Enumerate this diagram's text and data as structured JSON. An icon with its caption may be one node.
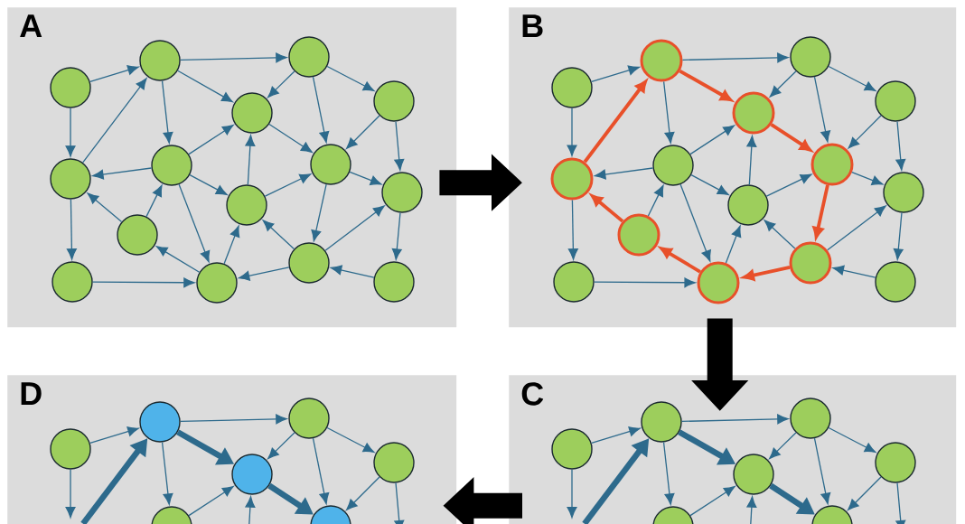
{
  "diagram": {
    "nodes": [
      {
        "text": [
          "A"
        ]
      },
      {
        "text": [],
        "shape": "circle",
        "in": 0
      },
      {
        "text": [],
        "shape": "circle",
        "in": 0
      },
      {
        "text": [],
        "shape": "circle",
        "in": 0
      },
      {
        "text": [],
        "shape": "circle",
        "in": 0
      },
      {
        "text": [],
        "shape": "circle",
        "in": 0
      },
      {
        "text": [],
        "shape": "circle",
        "in": 0
      },
      {
        "text": [],
        "shape": "circle",
        "in": 0
      },
      {
        "text": [],
        "shape": "circle",
        "in": 0
      },
      {
        "text": [],
        "shape": "circle",
        "in": 0
      },
      {
        "text": [],
        "shape": "circle",
        "in": 0
      },
      {
        "text": [],
        "shape": "circle",
        "in": 0
      },
      {
        "text": [],
        "shape": "circle",
        "in": 0
      },
      {
        "text": [],
        "shape": "circle",
        "in": 0
      },
      {
        "text": [],
        "shape": "circle",
        "in": 0
      },
      {
        "text": [],
        "shape": "circle",
        "in": 0
      },
      {
        "text": [
          "B"
        ]
      },
      {
        "text": [],
        "shape": "circle",
        "in": 16
      },
      {
        "text": [],
        "shape": "circle",
        "in": 16
      },
      {
        "text": [],
        "shape": "circle",
        "in": 16
      },
      {
        "text": [],
        "shape": "circle",
        "in": 16
      },
      {
        "text": [],
        "shape": "circle",
        "in": 16
      },
      {
        "text": [],
        "shape": "circle",
        "in": 16
      },
      {
        "text": [],
        "shape": "circle",
        "in": 16
      },
      {
        "text": [],
        "shape": "circle",
        "in": 16
      },
      {
        "text": [],
        "shape": "circle",
        "in": 16
      },
      {
        "text": [],
        "shape": "circle",
        "in": 16
      },
      {
        "text": [],
        "shape": "circle",
        "in": 16
      },
      {
        "text": [],
        "shape": "circle",
        "in": 16
      },
      {
        "text": [],
        "shape": "circle",
        "in": 16
      },
      {
        "text": [],
        "shape": "circle",
        "in": 16
      },
      {
        "text": [],
        "shape": "circle",
        "in": 16
      },
      {
        "text": [
          "D"
        ]
      },
      {
        "text": [],
        "shape": "circle",
        "in": 32
      },
      {
        "text": [],
        "shape": "circle",
        "in": 32
      },
      {
        "text": [],
        "shape": "circle",
        "in": 32
      },
      {
        "text": [],
        "shape": "circle",
        "in": 32
      },
      {
        "text": [],
        "shape": "circle",
        "in": 32
      },
      {
        "text": [],
        "shape": "circle"
      },
      {
        "text": [],
        "shape": "circle"
      },
      {
        "text": [
          "C"
        ]
      },
      {
        "text": [],
        "shape": "circle",
        "in": 40
      },
      {
        "text": [],
        "shape": "circle",
        "in": 40
      },
      {
        "text": [],
        "shape": "circle",
        "in": 40
      },
      {
        "text": [],
        "shape": "circle",
        "in": 40
      },
      {
        "text": [],
        "shape": "circle",
        "in": 40
      },
      {
        "text": [],
        "shape": "circle"
      },
      {
        "text": [],
        "shape": "circle"
      }
    ],
    "edges": [
      {
        "from": 1,
        "to": 2,
        "arrow": "to"
      },
      {
        "from": 1,
        "to": 6,
        "arrow": "to"
      },
      {
        "from": 6,
        "to": 2,
        "arrow": "to"
      },
      {
        "from": 2,
        "to": 3,
        "arrow": "to"
      },
      {
        "from": 2,
        "to": 5,
        "arrow": "to"
      },
      {
        "from": 2,
        "to": 7,
        "arrow": "to"
      },
      {
        "from": 3,
        "to": 5,
        "arrow": "to"
      },
      {
        "from": 3,
        "to": 8,
        "arrow": "to"
      },
      {
        "from": 3,
        "to": 4,
        "arrow": "to"
      },
      {
        "from": 4,
        "to": 8,
        "arrow": "to"
      },
      {
        "from": 4,
        "to": 9,
        "arrow": "to"
      },
      {
        "from": 5,
        "to": 8,
        "arrow": "to"
      },
      {
        "from": 7,
        "to": 5,
        "arrow": "to"
      },
      {
        "from": 7,
        "to": 6,
        "arrow": "to"
      },
      {
        "from": 7,
        "to": 11,
        "arrow": "to"
      },
      {
        "from": 7,
        "to": 13,
        "arrow": "to"
      },
      {
        "from": 10,
        "to": 7,
        "arrow": "to"
      },
      {
        "from": 10,
        "to": 6,
        "arrow": "to"
      },
      {
        "from": 6,
        "to": 12,
        "arrow": "to"
      },
      {
        "from": 12,
        "to": 13,
        "arrow": "to"
      },
      {
        "from": 13,
        "to": 10,
        "arrow": "to"
      },
      {
        "from": 13,
        "to": 11,
        "arrow": "to"
      },
      {
        "from": 11,
        "to": 5,
        "arrow": "to"
      },
      {
        "from": 11,
        "to": 8,
        "arrow": "to"
      },
      {
        "from": 8,
        "to": 9,
        "arrow": "to"
      },
      {
        "from": 8,
        "to": 14,
        "arrow": "to"
      },
      {
        "from": 14,
        "to": 11,
        "arrow": "to"
      },
      {
        "from": 14,
        "to": 9,
        "arrow": "to"
      },
      {
        "from": 14,
        "to": 13,
        "arrow": "to"
      },
      {
        "from": 15,
        "to": 14,
        "arrow": "to"
      },
      {
        "from": 9,
        "to": 15,
        "arrow": "to"
      },
      {
        "from": 17,
        "to": 18,
        "arrow": "to"
      },
      {
        "from": 17,
        "to": 22,
        "arrow": "to"
      },
      {
        "from": 22,
        "to": 18,
        "arrow": "to",
        "style": "thick",
        "color": "#e8502a"
      },
      {
        "from": 18,
        "to": 19,
        "arrow": "to"
      },
      {
        "from": 18,
        "to": 21,
        "arrow": "to",
        "style": "thick",
        "color": "#e8502a"
      },
      {
        "from": 18,
        "to": 23,
        "arrow": "to"
      },
      {
        "from": 19,
        "to": 21,
        "arrow": "to"
      },
      {
        "from": 19,
        "to": 24,
        "arrow": "to"
      },
      {
        "from": 19,
        "to": 20,
        "arrow": "to"
      },
      {
        "from": 20,
        "to": 24,
        "arrow": "to"
      },
      {
        "from": 20,
        "to": 25,
        "arrow": "to"
      },
      {
        "from": 21,
        "to": 24,
        "arrow": "to",
        "style": "thick",
        "color": "#e8502a"
      },
      {
        "from": 23,
        "to": 21,
        "arrow": "to"
      },
      {
        "from": 23,
        "to": 22,
        "arrow": "to"
      },
      {
        "from": 23,
        "to": 27,
        "arrow": "to"
      },
      {
        "from": 23,
        "to": 29,
        "arrow": "to"
      },
      {
        "from": 26,
        "to": 23,
        "arrow": "to"
      },
      {
        "from": 26,
        "to": 22,
        "arrow": "to",
        "style": "thick",
        "color": "#e8502a"
      },
      {
        "from": 22,
        "to": 28,
        "arrow": "to"
      },
      {
        "from": 28,
        "to": 29,
        "arrow": "to"
      },
      {
        "from": 29,
        "to": 26,
        "arrow": "to",
        "style": "thick",
        "color": "#e8502a"
      },
      {
        "from": 29,
        "to": 27,
        "arrow": "to"
      },
      {
        "from": 27,
        "to": 21,
        "arrow": "to"
      },
      {
        "from": 27,
        "to": 24,
        "arrow": "to"
      },
      {
        "from": 24,
        "to": 25,
        "arrow": "to"
      },
      {
        "from": 24,
        "to": 30,
        "arrow": "to",
        "style": "thick",
        "color": "#e8502a"
      },
      {
        "from": 30,
        "to": 27,
        "arrow": "to"
      },
      {
        "from": 30,
        "to": 25,
        "arrow": "to"
      },
      {
        "from": 30,
        "to": 29,
        "arrow": "to",
        "style": "thick",
        "color": "#e8502a"
      },
      {
        "from": 31,
        "to": 30,
        "arrow": "to"
      },
      {
        "from": 25,
        "to": 31,
        "arrow": "to"
      },
      {
        "from": 33,
        "to": 34,
        "arrow": "to"
      },
      {
        "from": 33,
        "to": null,
        "arrow": "to"
      },
      {
        "from": null,
        "to": 34,
        "arrow": "to",
        "style": "thick"
      },
      {
        "from": 34,
        "to": 35,
        "arrow": "to"
      },
      {
        "from": 34,
        "to": 37,
        "arrow": "to",
        "style": "thick"
      },
      {
        "from": 34,
        "to": 38,
        "arrow": "to"
      },
      {
        "from": 35,
        "to": 37,
        "arrow": "to"
      },
      {
        "from": 35,
        "to": 39,
        "arrow": "to"
      },
      {
        "from": 35,
        "to": 36,
        "arrow": "to"
      },
      {
        "from": 36,
        "to": 39,
        "arrow": "to"
      },
      {
        "from": 36,
        "to": null,
        "arrow": "to"
      },
      {
        "from": 37,
        "to": 39,
        "arrow": "to",
        "style": "thick"
      },
      {
        "from": 38,
        "to": 37,
        "arrow": "to"
      },
      {
        "from": null,
        "to": 37,
        "arrow": "to"
      },
      {
        "from": 41,
        "to": 42,
        "arrow": "to"
      },
      {
        "from": 41,
        "to": null,
        "arrow": "to"
      },
      {
        "from": null,
        "to": 42,
        "arrow": "to",
        "style": "thick"
      },
      {
        "from": 42,
        "to": 43,
        "arrow": "to"
      },
      {
        "from": 42,
        "to": 45,
        "arrow": "to",
        "style": "thick"
      },
      {
        "from": 42,
        "to": 46,
        "arrow": "to"
      },
      {
        "from": 43,
        "to": 45,
        "arrow": "to"
      },
      {
        "from": 43,
        "to": 47,
        "arrow": "to"
      },
      {
        "from": 43,
        "to": 44,
        "arrow": "to"
      },
      {
        "from": 44,
        "to": 47,
        "arrow": "to"
      },
      {
        "from": 44,
        "to": null,
        "arrow": "to"
      },
      {
        "from": 45,
        "to": 47,
        "arrow": "to",
        "style": "thick"
      },
      {
        "from": 46,
        "to": 45,
        "arrow": "to"
      },
      {
        "from": null,
        "to": 45,
        "arrow": "to"
      },
      {
        "from": 0,
        "to": 16,
        "arrow": "to",
        "style": "thick",
        "color": "#000000"
      },
      {
        "from": 16,
        "to": 40,
        "arrow": "to",
        "style": "thick",
        "color": "#000000"
      },
      {
        "from": 40,
        "to": 32,
        "arrow": "to",
        "style": "thick",
        "color": "#000000"
      }
    ]
  }
}
